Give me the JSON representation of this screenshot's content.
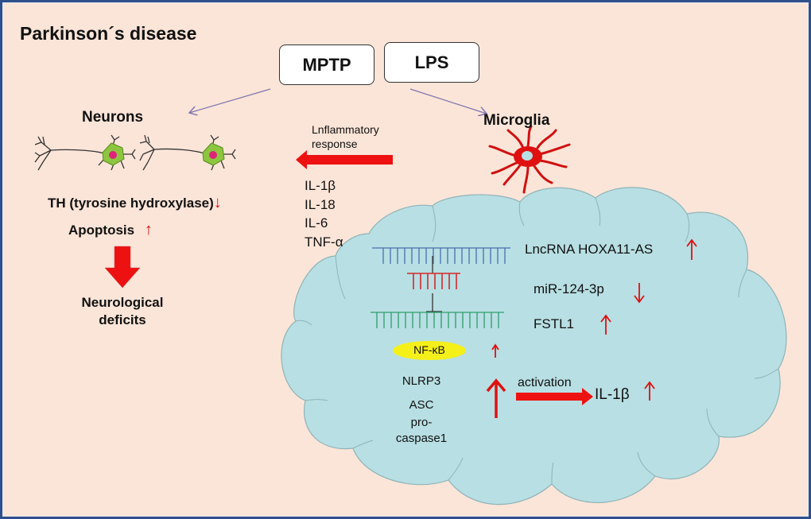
{
  "title": "Parkinson´s disease",
  "toxins": [
    "MPTP",
    "LPS"
  ],
  "neurons": {
    "label": "Neurons",
    "th_label": "TH (tyrosine hydroxylase)",
    "th_arrow": "↓",
    "apoptosis_label": "Apoptosis",
    "apoptosis_arrow": "↑",
    "outcome_line1": "Neurological",
    "outcome_line2": "deficits"
  },
  "inflammation": {
    "label_line1": "Lnflammatory",
    "label_line2": "response",
    "cytokines": [
      "IL-1β",
      "IL-18",
      "IL-6",
      "TNF-α"
    ]
  },
  "microglia": {
    "label": "Microglia",
    "pathway": [
      {
        "label": "LncRNA HOXA11-AS",
        "arrow": "↑"
      },
      {
        "label": "miR-124-3p",
        "arrow": "↓"
      },
      {
        "label": "FSTL1",
        "arrow": "↑"
      }
    ],
    "nfkb": {
      "label": "NF-κB",
      "arrow": "↑"
    },
    "inflammasome": [
      "NLRP3",
      "ASC",
      "pro-",
      "caspase1"
    ],
    "activation_label": "activation",
    "product": {
      "label": "IL-1β",
      "arrow": "↑"
    }
  },
  "colors": {
    "background": "#fbe5d8",
    "frame": "#2f4f8c",
    "cloud": "#b8dfe3",
    "arrow_red": "#e01010",
    "nfkb_fill": "#f5f01a",
    "lncrna": "#4a6fb0",
    "mirna": "#d22a2a",
    "mrna": "#2e9e6e"
  }
}
